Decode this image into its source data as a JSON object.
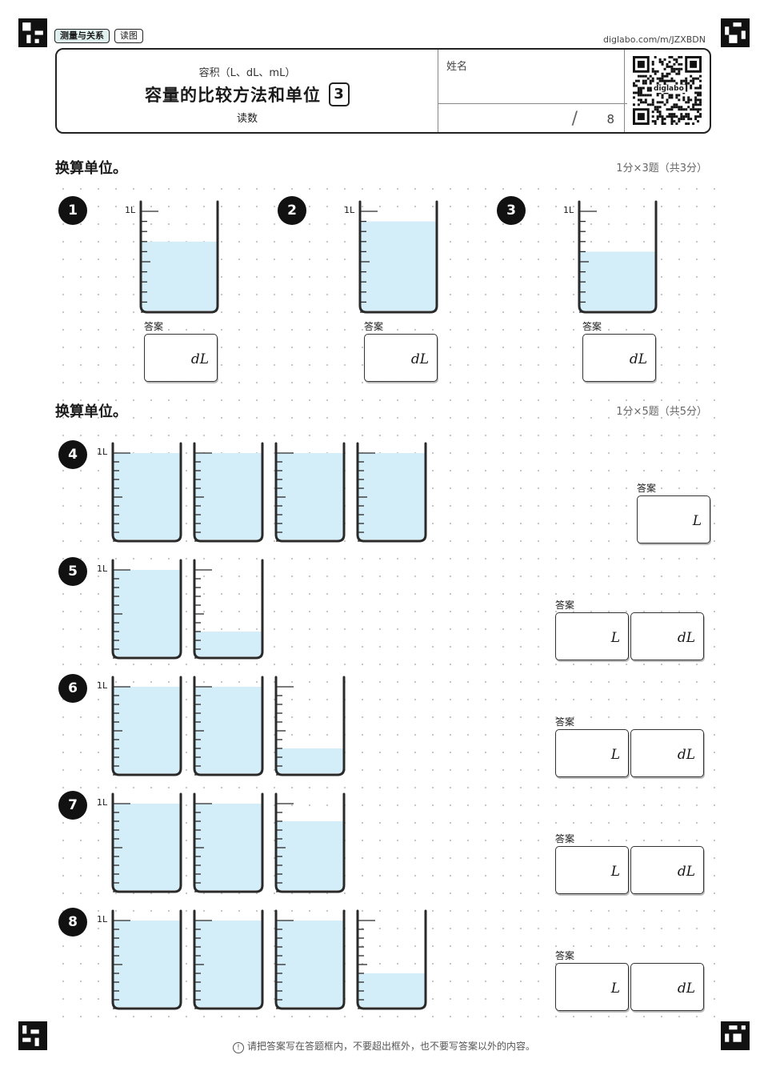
{
  "tags": [
    "测量与关系",
    "读图"
  ],
  "url": "diglabo.com/m/JZXBDN",
  "header": {
    "subtitle": "容积（L、dL、mL）",
    "title": "容量的比较方法和单位",
    "number": "3",
    "category": "读数",
    "name_label": "姓名",
    "score_slash": "/",
    "score_total": "8",
    "qr_label": "diglabo"
  },
  "sections": [
    {
      "title": "换算单位。",
      "points": "1分×3题（共3分）"
    },
    {
      "title": "换算单位。",
      "points": "1分×5题（共5分）"
    }
  ],
  "answer_label": "答案",
  "capacity_label": "1L",
  "questions": [
    {
      "num": "1",
      "fills": [
        0.7
      ],
      "units": [
        "dL"
      ]
    },
    {
      "num": "2",
      "fills": [
        0.9
      ],
      "units": [
        "dL"
      ]
    },
    {
      "num": "3",
      "fills": [
        0.6
      ],
      "units": [
        "dL"
      ]
    },
    {
      "num": "4",
      "fills": [
        1,
        1,
        1,
        1
      ],
      "units": [
        "L"
      ]
    },
    {
      "num": "5",
      "fills": [
        1,
        0.3
      ],
      "units": [
        "L",
        "dL"
      ]
    },
    {
      "num": "6",
      "fills": [
        1,
        1,
        0.3
      ],
      "units": [
        "L",
        "dL"
      ]
    },
    {
      "num": "7",
      "fills": [
        1,
        1,
        0.8
      ],
      "units": [
        "L",
        "dL"
      ]
    },
    {
      "num": "8",
      "fills": [
        1,
        1,
        1,
        0.4
      ],
      "units": [
        "L",
        "dL"
      ]
    }
  ],
  "footer": "请把答案写在答题框内，不要超出框外，也不要写答案以外的内容。",
  "colors": {
    "water": "#d4eef9",
    "ink": "#2a2a2a",
    "tag_bg": "#dff0ee"
  }
}
